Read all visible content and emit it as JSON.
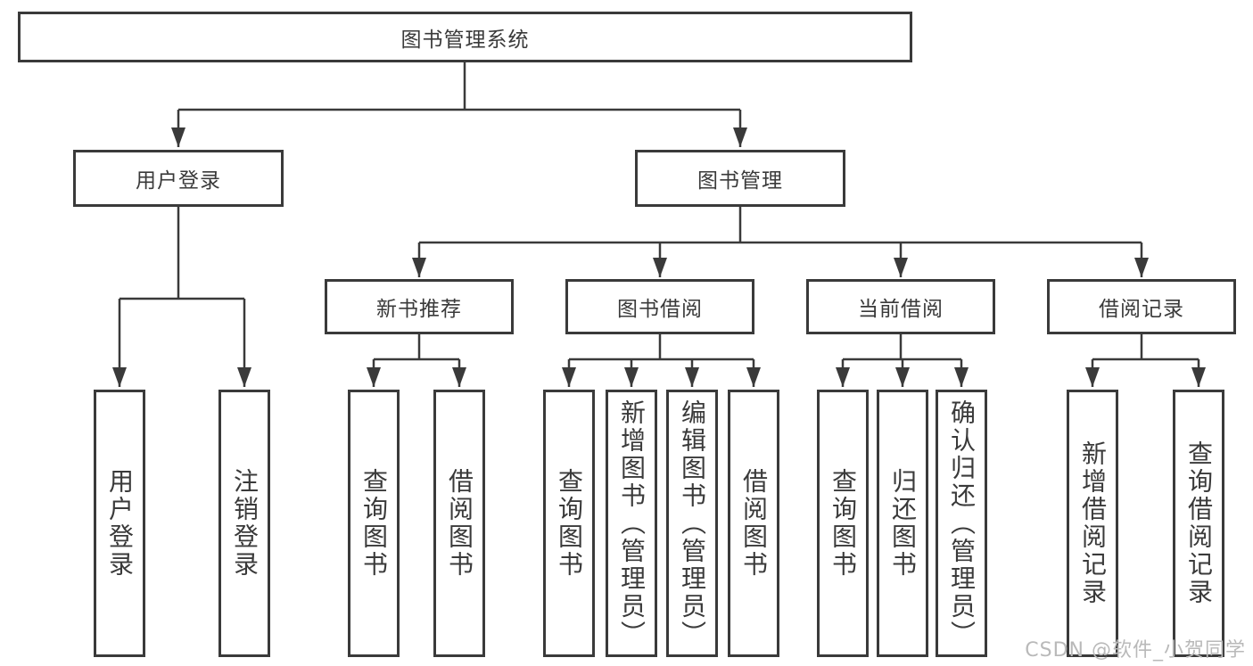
{
  "nodes": {
    "root": "图书管理系统",
    "level2": [
      "用户登录",
      "图书管理"
    ],
    "level3": [
      "新书推荐",
      "图书借阅",
      "当前借阅",
      "借阅记录"
    ],
    "leaves": {
      "user_login": [
        "用户登录",
        "注销登录"
      ],
      "new_book_rec": [
        "查询图书",
        "借阅图书"
      ],
      "book_borrow": [
        "查询图书",
        "新增图书（管理员）",
        "编辑图书（管理员）",
        "借阅图书"
      ],
      "current_borrow": [
        "查询图书",
        "归还图书",
        "确认归还（管理员）"
      ],
      "borrow_records": [
        "新增借阅记录",
        "查询借阅记录"
      ]
    }
  },
  "watermark": "CSDN @软件_小贺同学",
  "colors": {
    "line": "#3a3a3a",
    "text": "#3a3a3a",
    "watermark": "#b9b9b9",
    "background": "#ffffff"
  }
}
